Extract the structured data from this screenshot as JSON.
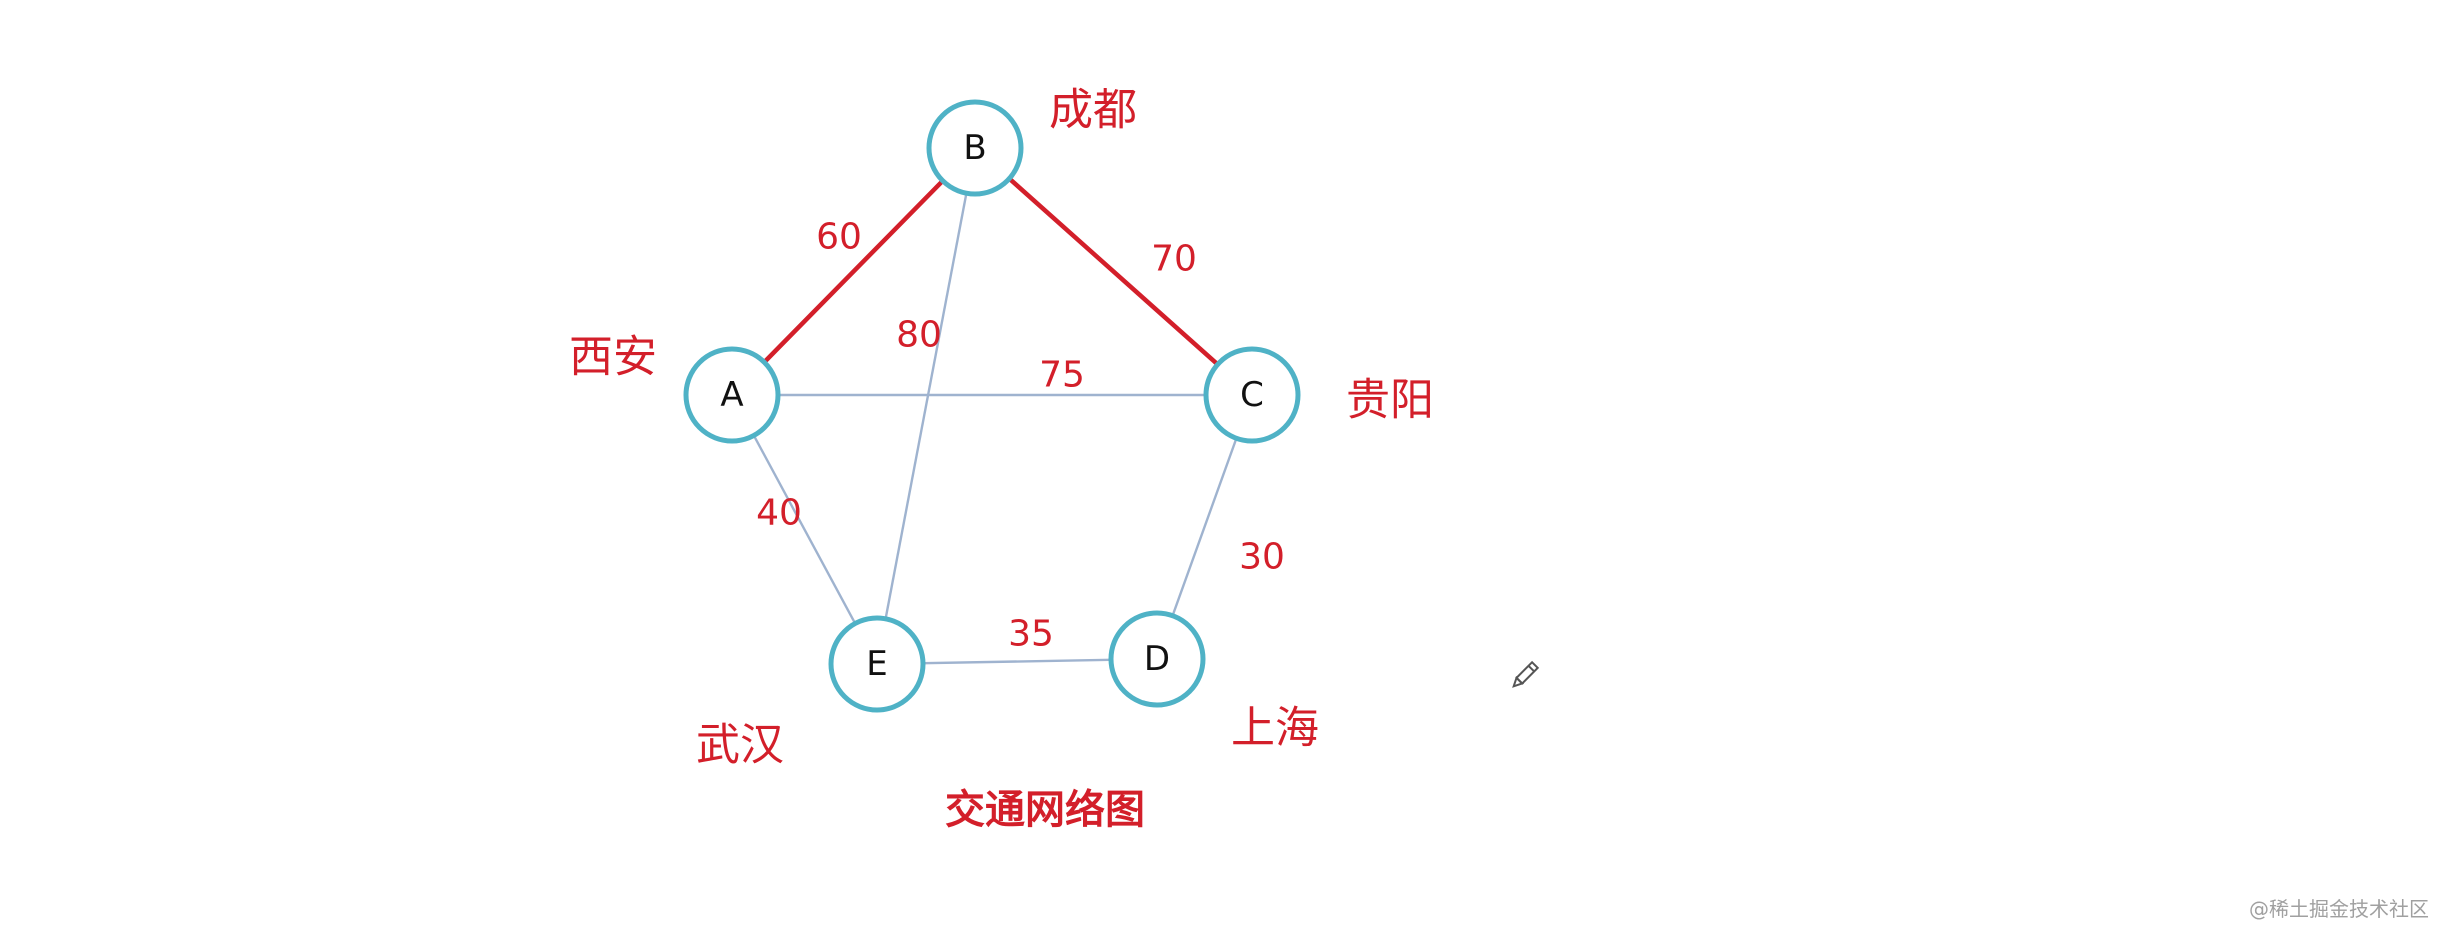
{
  "graph": {
    "nodes": [
      {
        "id": "A",
        "label": "A",
        "city": "西安"
      },
      {
        "id": "B",
        "label": "B",
        "city": "成都"
      },
      {
        "id": "C",
        "label": "C",
        "city": "贵阳"
      },
      {
        "id": "D",
        "label": "D",
        "city": "上海"
      },
      {
        "id": "E",
        "label": "E",
        "city": "武汉"
      }
    ],
    "edges": [
      {
        "from": "A",
        "to": "B",
        "weight": "60",
        "highlighted": true
      },
      {
        "from": "B",
        "to": "C",
        "weight": "70",
        "highlighted": true
      },
      {
        "from": "B",
        "to": "E",
        "weight": "80",
        "highlighted": false
      },
      {
        "from": "A",
        "to": "C",
        "weight": "75",
        "highlighted": false
      },
      {
        "from": "A",
        "to": "E",
        "weight": "40",
        "highlighted": false
      },
      {
        "from": "C",
        "to": "D",
        "weight": "30",
        "highlighted": false
      },
      {
        "from": "E",
        "to": "D",
        "weight": "35",
        "highlighted": false
      }
    ],
    "caption": "交通网络图"
  },
  "colors": {
    "highlight_edge": "#d31f2a",
    "normal_edge": "#9fb3cf",
    "node_border": "#4fb2c6",
    "label_text": "#d31f2a"
  },
  "icons": {
    "pencil": "pencil-icon"
  },
  "watermark": "@稀土掘金技术社区"
}
